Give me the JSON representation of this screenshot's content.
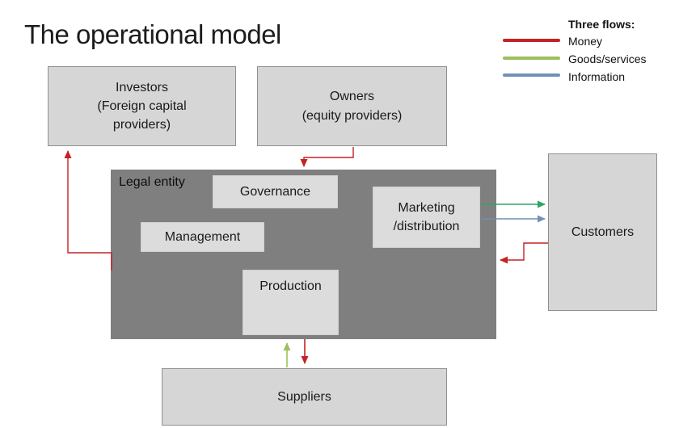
{
  "slide": {
    "title": "The operational model"
  },
  "legend": {
    "heading": "Three flows:",
    "items": [
      {
        "name": "money",
        "label": "Money",
        "color": "#c32323"
      },
      {
        "name": "goods",
        "label": "Goods/services",
        "color": "#9dc05d"
      },
      {
        "name": "information",
        "label": "Information",
        "color": "#7191b7"
      }
    ]
  },
  "boxes": {
    "investors": "Investors\n(Foreign capital\nproviders)",
    "owners": "Owners\n(equity providers)",
    "legal_entity": "Legal entity",
    "governance": "Governance",
    "management": "Management",
    "production": "Production",
    "marketing": "Marketing\n/distribution",
    "customers": "Customers",
    "suppliers": "Suppliers"
  },
  "colors": {
    "money": "#c32323",
    "goods_legend": "#9dc05d",
    "goods_flow": "#2fa565",
    "information": "#7191b7",
    "legal_entity_fill": "#7f7f7f",
    "outer_box_fill": "#d6d6d6",
    "inner_box_fill": "#dcdcdc"
  },
  "flows": [
    {
      "type": "money",
      "from": "legal-entity",
      "to": "investors"
    },
    {
      "type": "money",
      "from": "owners",
      "to": "legal-entity"
    },
    {
      "type": "goods",
      "from": "marketing-distribution",
      "to": "customers"
    },
    {
      "type": "information",
      "from": "marketing-distribution",
      "to": "customers"
    },
    {
      "type": "money",
      "from": "customers",
      "to": "legal-entity"
    },
    {
      "type": "goods",
      "from": "suppliers",
      "to": "production"
    },
    {
      "type": "money",
      "from": "production",
      "to": "suppliers"
    }
  ]
}
